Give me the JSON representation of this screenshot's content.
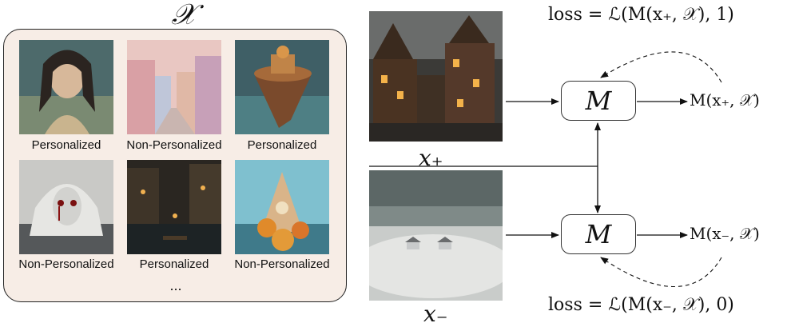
{
  "set_label": "𝒳",
  "set_items": [
    {
      "label": "Personalized"
    },
    {
      "label": "Non-Personalized"
    },
    {
      "label": "Personalized"
    },
    {
      "label": "Non-Personalized"
    },
    {
      "label": "Personalized"
    },
    {
      "label": "Non-Personalized"
    }
  ],
  "ellipsis": "...",
  "positive": {
    "label": "x₊"
  },
  "negative": {
    "label": "x₋"
  },
  "model_top": {
    "label": "M",
    "output": "M(x₊, 𝒳)",
    "loss": "loss = ℒ(M(x₊, 𝒳), 1)"
  },
  "model_bottom": {
    "label": "M",
    "output": "M(x₋, 𝒳)",
    "loss": "loss = ℒ(M(x₋, 𝒳), 0)"
  }
}
